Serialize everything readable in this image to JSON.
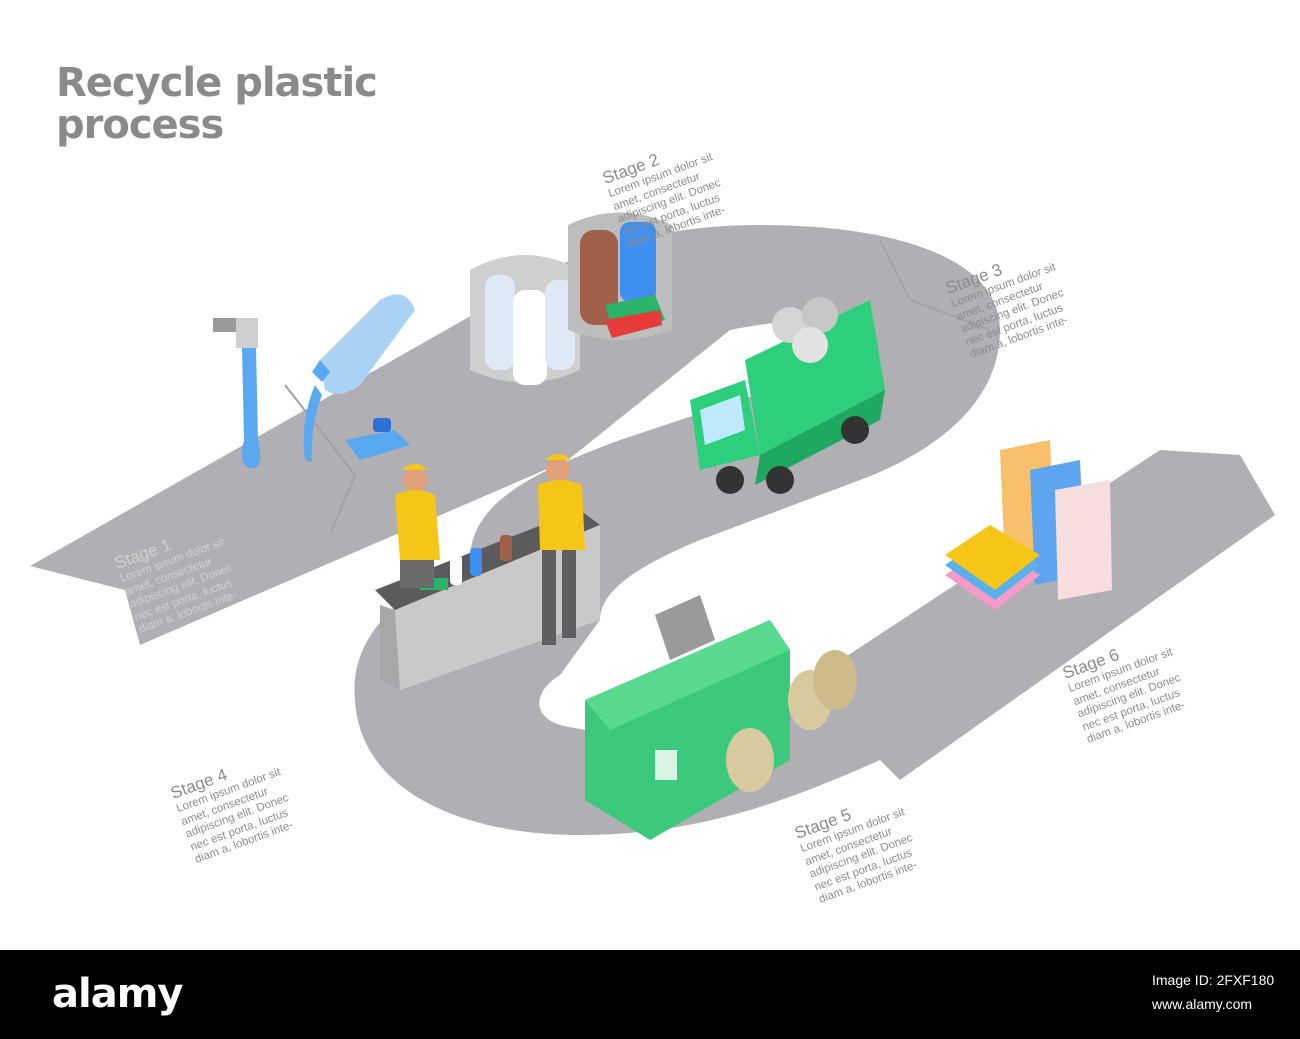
{
  "title": {
    "line1": "Recycle plastic",
    "line2": "process"
  },
  "stages": [
    {
      "label": "Stage 1",
      "text": "Lorem ipsum dolor sit\namet, consectetur\nadipiscing elit. Donec\nnec est porta, luctus\ndiam a, lobortis inte-"
    },
    {
      "label": "Stage 2",
      "text": "Lorem ipsum dolor sit\namet, consectetur\nadipiscing elit. Donec\nnec est porta, luctus\ndiam a, lobortis inte-"
    },
    {
      "label": "Stage 3",
      "text": "Lorem ipsum dolor sit\namet, consectetur\nadipiscing elit. Donec\nnec est porta, luctus\ndiam a, lobortis inte-"
    },
    {
      "label": "Stage 4",
      "text": "Lorem ipsum dolor sit\namet, consectetur\nadipiscing elit. Donec\nnec est porta, luctus\ndiam a, lobortis inte-"
    },
    {
      "label": "Stage 5",
      "text": "Lorem ipsum dolor sit\namet, consectetur\nadipiscing elit. Donec\nnec est porta, luctus\ndiam a, lobortis inte-"
    },
    {
      "label": "Stage 6",
      "text": "Lorem ipsum dolor sit\namet, consectetur\nadipiscing elit. Donec\nnec est porta, luctus\ndiam a, lobortis inte-"
    }
  ],
  "watermark": {
    "brand": "alamy",
    "image_id": "Image ID: 2FXF180",
    "url": "www.alamy.com"
  },
  "colors": {
    "path": "#b0afb3",
    "path_dark": "#9e9da2",
    "truck": "#2ecf7c",
    "machine": "#3cc97b",
    "worker": "#f5c518",
    "water": "#5aa9f0",
    "title": "#8a8a8a"
  },
  "icons": [
    "tap-icon",
    "bottle-icon",
    "bottle-bag-icon",
    "garbage-truck-icon",
    "sorting-conveyor-icon",
    "worker-icon",
    "shredder-machine-icon",
    "pellet-sack-icon",
    "shopping-bag-icon",
    "folded-clothes-icon"
  ]
}
